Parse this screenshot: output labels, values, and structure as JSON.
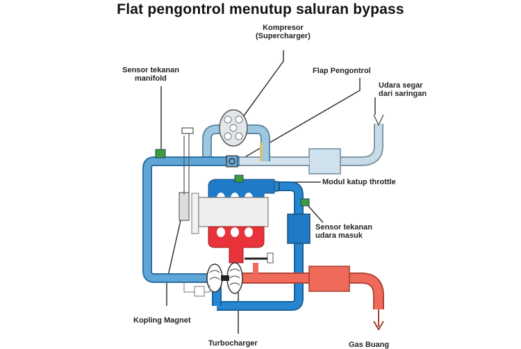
{
  "title": "Flat pengontrol  menutup saluran bypass",
  "labels": {
    "kompresor_line1": "Kompresor",
    "kompresor_line2": "(Supercharger)",
    "sensor_manifold_line1": "Sensor tekanan",
    "sensor_manifold_line2": "manifold",
    "flap": "Flap Pengontrol",
    "udara_line1": "Udara segar",
    "udara_line2": "dari saringan",
    "throttle": "Modul katup throttle",
    "sensor_udara_line1": "Sensor tekanan",
    "sensor_udara_line2": "udara masuk",
    "kopling": "Kopling Magnet",
    "turbo": "Turbocharger",
    "gas": "Gas Buang"
  },
  "colors": {
    "intake_blue": "#3f8fcf",
    "light_intake": "#c7dbe8",
    "exhaust_red": "#ef6a5a",
    "engine_red": "#e8333a",
    "sensor_green": "#3e9a3e",
    "intercooler_blue": "#1f7ac8"
  }
}
